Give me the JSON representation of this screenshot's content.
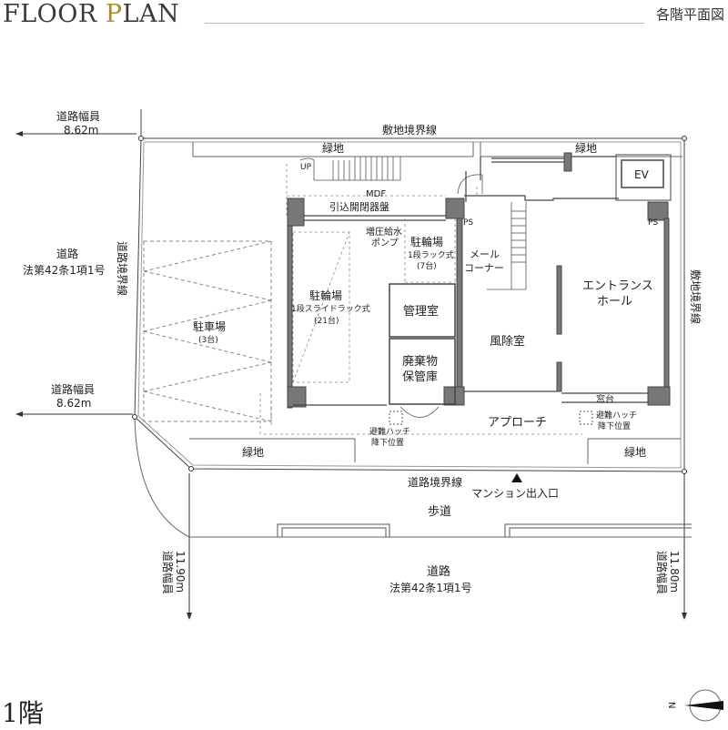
{
  "header": {
    "title_main": "FLOOR ",
    "title_accent": "P",
    "title_rest": "LAN",
    "subtitle": "各階平面図"
  },
  "floor_label": "1階",
  "labels": {
    "road_width_top": "道路幅員",
    "road_width_top_value": "8.62m",
    "road_width_mid": "道路幅員",
    "road_width_mid_value": "8.62m",
    "site_boundary_top": "敷地境界線",
    "site_boundary_right": "敷地境界線",
    "road_boundary_left": "道路境界線",
    "road_left": "道路",
    "road_left_law": "法第42条1項1号",
    "green_top_left": "緑地",
    "green_top_right": "緑地",
    "up": "UP",
    "mdf": "MDF",
    "switchboard": "引込開閉器盤",
    "pump_1": "増圧給水",
    "pump_2": "ポンプ",
    "ps_left": "PS",
    "ps_right": "PS",
    "ev": "EV",
    "mail_1": "メール",
    "mail_2": "コーナー",
    "bike_small_1": "駐輪場",
    "bike_small_2": "1段ラック式",
    "bike_small_3": "(7台)",
    "bike_large_1": "駐輪場",
    "bike_large_2": "1段スライドラック式",
    "bike_large_3": "(21台)",
    "parking_1": "駐車場",
    "parking_2": "(3台)",
    "management": "管理室",
    "waste_1": "廃棄物",
    "waste_2": "保管庫",
    "windbreak": "風除室",
    "entrance_1": "エントランス",
    "entrance_2": "ホール",
    "window_sill": "窓台",
    "hatch_left_1": "避難ハッチ",
    "hatch_left_2": "降下位置",
    "hatch_right_1": "避難ハッチ",
    "hatch_right_2": "降下位置",
    "approach": "アプローチ",
    "green_bottom_left": "緑地",
    "green_bottom_right": "緑地",
    "road_boundary_bottom": "道路境界線",
    "mansion_entrance": "マンション出入口",
    "sidewalk": "歩道",
    "road_bottom": "道路",
    "road_bottom_law": "法第42条1項1号",
    "road_width_left_vertical": "道路幅員",
    "road_width_left_vertical_value": "11.90m",
    "road_width_right_vertical": "道路幅員",
    "road_width_right_vertical_value": "11.80m",
    "compass_n": "N"
  }
}
